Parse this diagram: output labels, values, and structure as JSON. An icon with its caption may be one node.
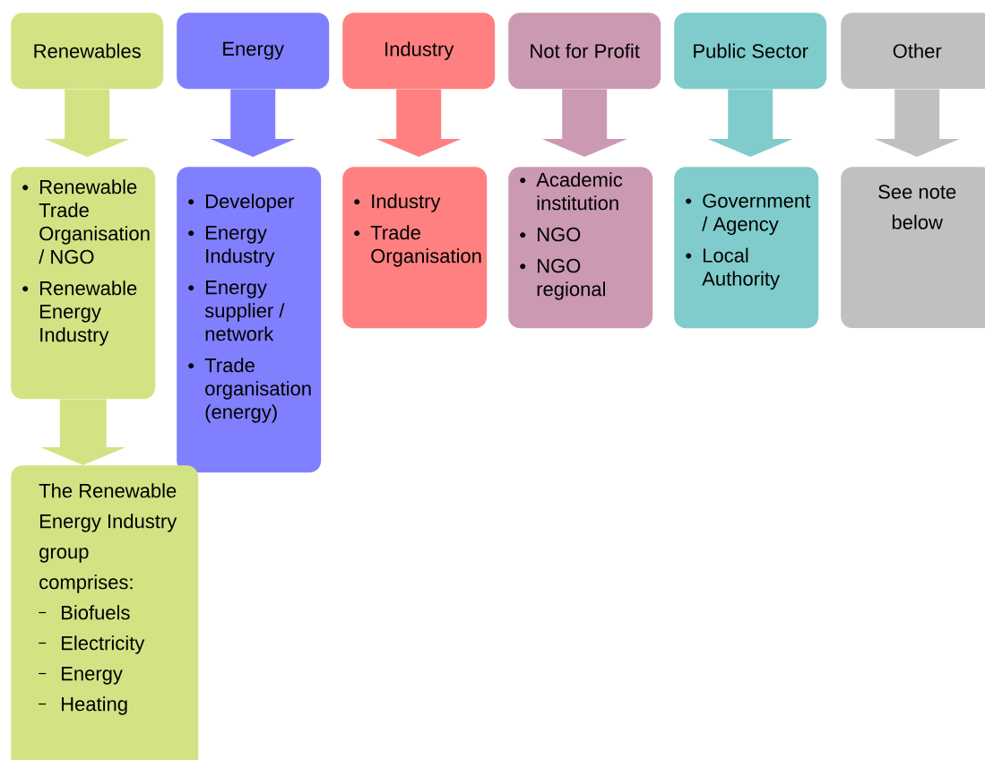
{
  "diagram": {
    "nodes": [
      {
        "text": [
          "Renewables"
        ]
      },
      {
        "text": [
          "Energy"
        ]
      },
      {
        "text": [
          "Industry"
        ]
      },
      {
        "text": [
          "Not for Profit"
        ]
      },
      {
        "text": [
          "Public Sector"
        ]
      },
      {
        "text": [
          "Other"
        ]
      },
      {
        "text": [
          "Renewable Trade Organisation / NGO",
          "Renewable Energy Industry"
        ]
      },
      {
        "text": [
          "Developer",
          "Energy Industry",
          "Energy supplier / network",
          "Trade organisation (energy)"
        ]
      },
      {
        "text": [
          "Industry",
          "Trade Organisation"
        ]
      },
      {
        "text": [
          "Academic institution",
          "NGO",
          "NGO regional"
        ]
      },
      {
        "text": [
          "Government / Agency",
          "Local Authority"
        ]
      },
      {
        "text": [
          "See note below"
        ]
      },
      {
        "text": [
          "The Renewable Energy Industry group comprises:",
          "Biofuels",
          "Electricity",
          "Energy",
          "Heating"
        ]
      }
    ],
    "edges": [
      {
        "from": 0,
        "to": 6,
        "arrow": "to",
        "color": "#d2e384"
      },
      {
        "from": 1,
        "to": 7,
        "arrow": "to",
        "color": "#8080ff"
      },
      {
        "from": 2,
        "to": 8,
        "arrow": "to",
        "color": "#ff8080"
      },
      {
        "from": 3,
        "to": 9,
        "arrow": "to",
        "color": "#cc99b3"
      },
      {
        "from": 4,
        "to": 10,
        "arrow": "to",
        "color": "#80cccc"
      },
      {
        "from": 5,
        "to": 11,
        "arrow": "to",
        "color": "#c0c0c0"
      },
      {
        "from": 6,
        "to": 12,
        "arrow": "to",
        "color": "#d2e384"
      }
    ]
  }
}
